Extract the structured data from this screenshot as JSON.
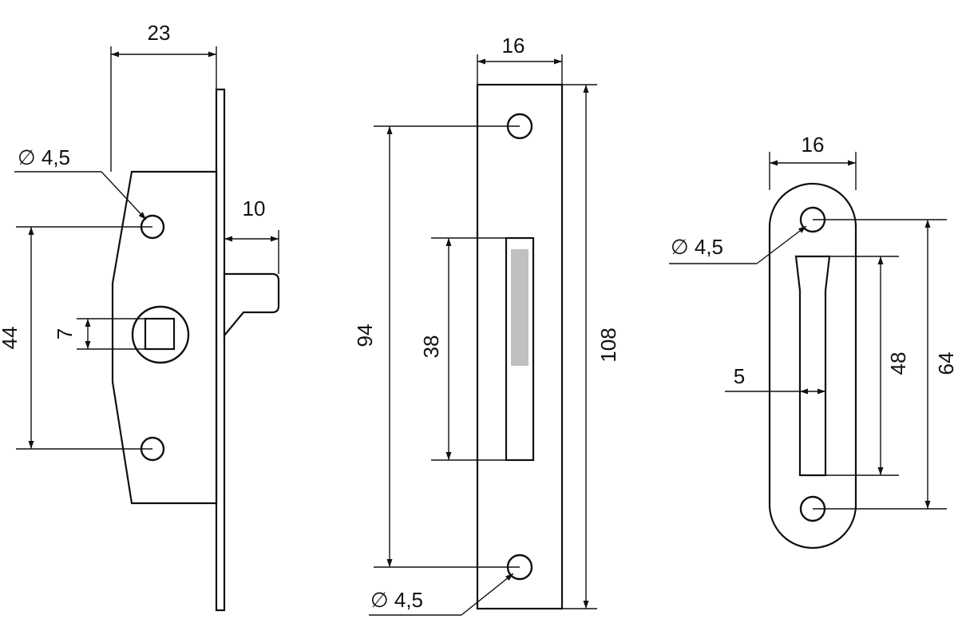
{
  "lock_body": {
    "width_label": "23",
    "hole_label": "∅ 4,5",
    "latch_label": "10",
    "hole_spacing_label": "44",
    "spindle_label": "7"
  },
  "strike_plate": {
    "width_label": "16",
    "hole_spacing_label": "94",
    "slot_length_label": "38",
    "length_label": "108",
    "hole_label": "∅ 4,5"
  },
  "rounded_strike": {
    "width_label": "16",
    "hole_label": "∅ 4,5",
    "slot_width_label": "5",
    "slot_length_label": "48",
    "length_label": "64"
  },
  "colors": {
    "line": "#111111",
    "slot_fill": "#c0c0c0",
    "background": "#ffffff"
  }
}
